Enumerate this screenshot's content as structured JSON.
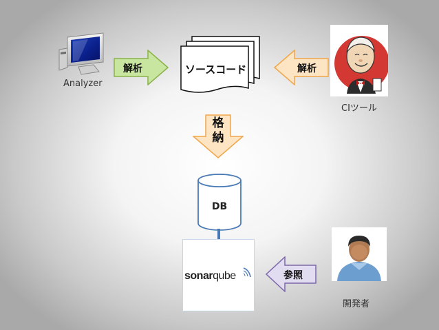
{
  "nodes": {
    "analyzer": {
      "label": "Analyzer",
      "icon": "monitor-icon"
    },
    "source": {
      "label": "ソースコード",
      "icon": "document-stack-icon"
    },
    "ci": {
      "label": "CIツール",
      "icon": "jenkins-butler-icon"
    },
    "db": {
      "label": "DB",
      "icon": "database-cylinder-icon"
    },
    "sonar": {
      "logo_sonar": "sonar",
      "logo_qube": "qube",
      "icon": "sonarqube-logo-icon"
    },
    "developer": {
      "label": "開発者",
      "icon": "user-avatar-icon"
    }
  },
  "edges": {
    "analyze_left": {
      "label": "解析"
    },
    "analyze_right": {
      "label": "解析"
    },
    "store": {
      "label_line1": "格",
      "label_line2": "納"
    },
    "refer": {
      "label": "参照"
    }
  },
  "colors": {
    "green_arrow_fill": "#c8e6a0",
    "green_arrow_stroke": "#8ab24a",
    "orange_arrow_fill": "#fde4c2",
    "orange_arrow_stroke": "#f0a64a",
    "purple_arrow_fill": "#e2dcf0",
    "purple_arrow_stroke": "#7d68ab",
    "db_stroke": "#4a7ab5",
    "sonar_border": "#c5d6ea",
    "connector": "#4a7ab5"
  }
}
